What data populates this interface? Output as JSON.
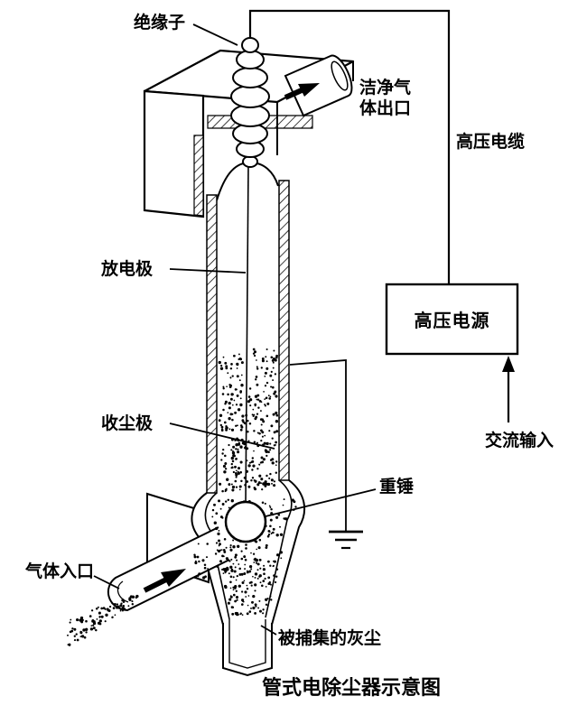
{
  "title": "管式电除尘器示意图",
  "colors": {
    "line": "#000000",
    "background": "#ffffff",
    "text": "#000000"
  },
  "labels": {
    "insulator": "绝缘子",
    "clean_gas_outlet": {
      "line1": "洁净气",
      "line2": "体出口"
    },
    "hv_cable": "高压电缆",
    "discharge_electrode": "放电极",
    "hv_power_supply": "高压电源",
    "ac_input": "交流输入",
    "collecting_electrode": "收尘极",
    "weight_hammer": "重锤",
    "gas_inlet": "气体入口",
    "collected_dust": "被捕集的灰尘"
  }
}
